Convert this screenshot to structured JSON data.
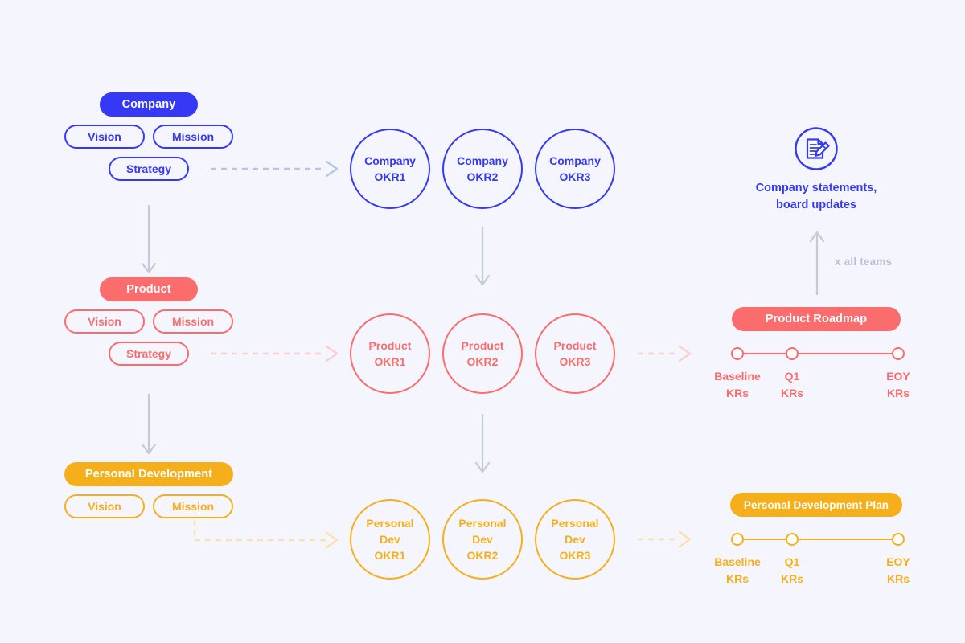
{
  "colors": {
    "background": "#f5f6fd",
    "company": "#3538f5",
    "product": "#fb6c6c",
    "personal": "#f5af1b",
    "arrow_gray": "#c3cad9",
    "note_gray": "#b9c0d4"
  },
  "rows": [
    {
      "id": "company",
      "label": "Company",
      "color": "#3538f5",
      "sub_pills": [
        "Vision",
        "Mission",
        "Strategy"
      ],
      "okrs": [
        {
          "lines": [
            "Company",
            "OKR1"
          ]
        },
        {
          "lines": [
            "Company",
            "OKR2"
          ]
        },
        {
          "lines": [
            "Company",
            "OKR3"
          ]
        }
      ],
      "output": {
        "kind": "icon-caption",
        "icon": "document-pencil-icon",
        "caption_line1": "Company statements,",
        "caption_line2": "board updates"
      }
    },
    {
      "id": "product",
      "label": "Product",
      "color": "#fb6c6c",
      "sub_pills": [
        "Vision",
        "Mission",
        "Strategy"
      ],
      "okrs": [
        {
          "lines": [
            "Product",
            "OKR1"
          ]
        },
        {
          "lines": [
            "Product",
            "OKR2"
          ]
        },
        {
          "lines": [
            "Product",
            "OKR3"
          ]
        }
      ],
      "output": {
        "kind": "timeline",
        "title": "Product Roadmap",
        "nodes": [
          {
            "label_line1": "Baseline",
            "label_line2": "KRs"
          },
          {
            "label_line1": "Q1",
            "label_line2": "KRs"
          },
          {
            "label_line1": "EOY",
            "label_line2": "KRs"
          }
        ]
      }
    },
    {
      "id": "personal",
      "label": "Personal Development",
      "color": "#f5af1b",
      "sub_pills": [
        "Vision",
        "Mission"
      ],
      "okrs": [
        {
          "lines": [
            "Personal",
            "Dev",
            "OKR1"
          ]
        },
        {
          "lines": [
            "Personal",
            "Dev",
            "OKR2"
          ]
        },
        {
          "lines": [
            "Personal",
            "Dev",
            "OKR3"
          ]
        }
      ],
      "output": {
        "kind": "timeline",
        "title": "Personal Development Plan",
        "nodes": [
          {
            "label_line1": "Baseline",
            "label_line2": "KRs"
          },
          {
            "label_line1": "Q1",
            "label_line2": "KRs"
          },
          {
            "label_line1": "EOY",
            "label_line2": "KRs"
          }
        ]
      }
    }
  ],
  "annotations": {
    "rollup_note": "x all teams"
  }
}
